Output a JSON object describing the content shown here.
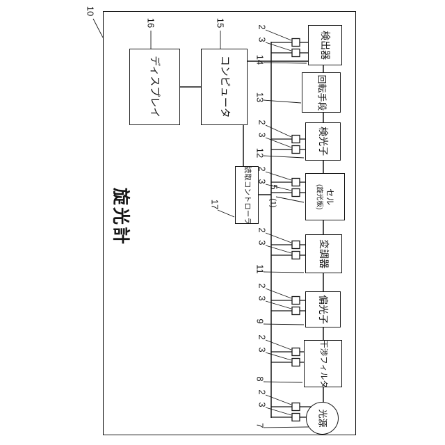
{
  "figure": {
    "outer_ref": "10",
    "title": "旋光計"
  },
  "blocks": {
    "display": {
      "label": "ディスプレイ",
      "ref": "16"
    },
    "computer": {
      "label": "コンピュータ",
      "ref": "15"
    },
    "controller": {
      "label": "読取コントローラ",
      "ref": "17"
    },
    "detector": {
      "label": "検出器",
      "ref": "14"
    },
    "rotator": {
      "label": "回転手段",
      "ref": "13"
    },
    "analyzer": {
      "label": "検光子",
      "ref": "12"
    },
    "cell": {
      "line1": "セル",
      "line2": "(旋光板)",
      "ref": "5",
      "ref_sub": "(1)"
    },
    "modulator": {
      "label": "変調器",
      "ref": "11"
    },
    "polarizer": {
      "label": "偏光子",
      "ref": "9"
    },
    "filter": {
      "label": "干渉フィルタ",
      "ref": "8"
    },
    "source": {
      "label": "光源",
      "ref": "7"
    }
  },
  "sensors": {
    "ref_a": "2",
    "ref_b": "3"
  },
  "colors": {
    "line": "#161616",
    "background": "#ffffff"
  }
}
